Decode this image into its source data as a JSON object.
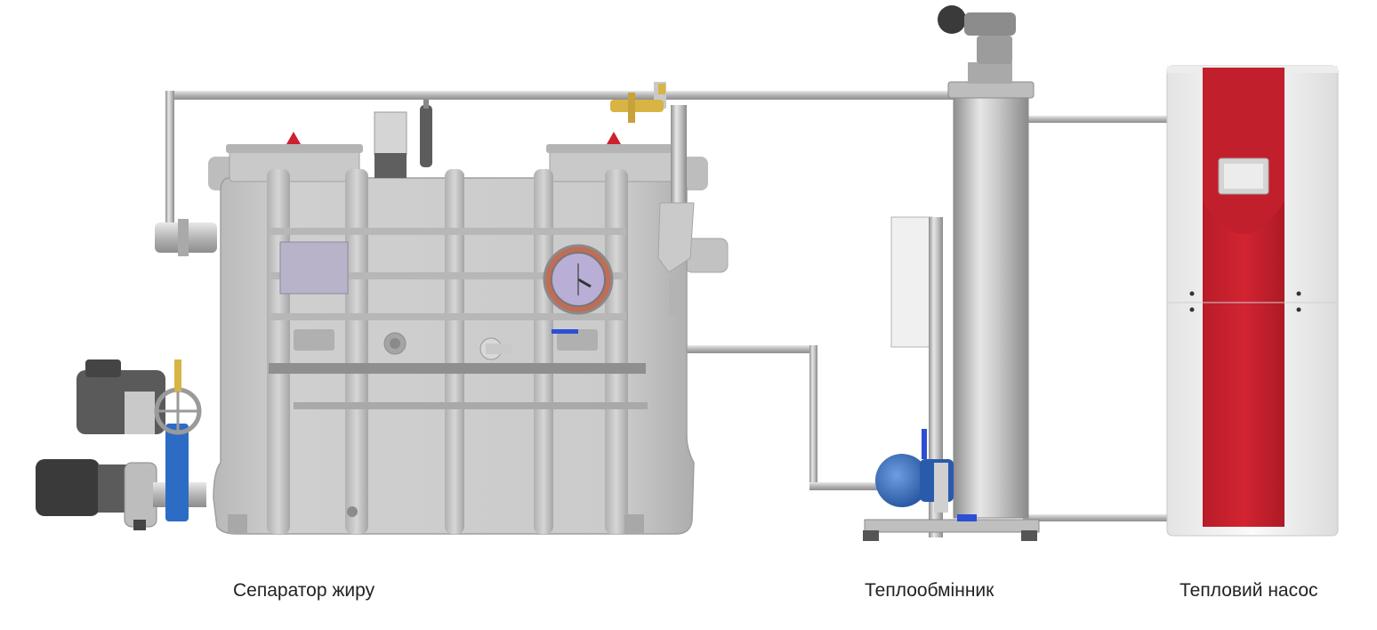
{
  "labels": {
    "separator": "Сепаратор жиру",
    "heat_exchanger": "Теплообмінник",
    "heat_pump": "Тепловий насос"
  },
  "colors": {
    "tank_gray": "#c4c4c4",
    "pump_red": "#c8202e",
    "pipe_steel": "#b9b9b9",
    "valve_blue": "#2d6cc4",
    "brass": "#d8b445"
  }
}
